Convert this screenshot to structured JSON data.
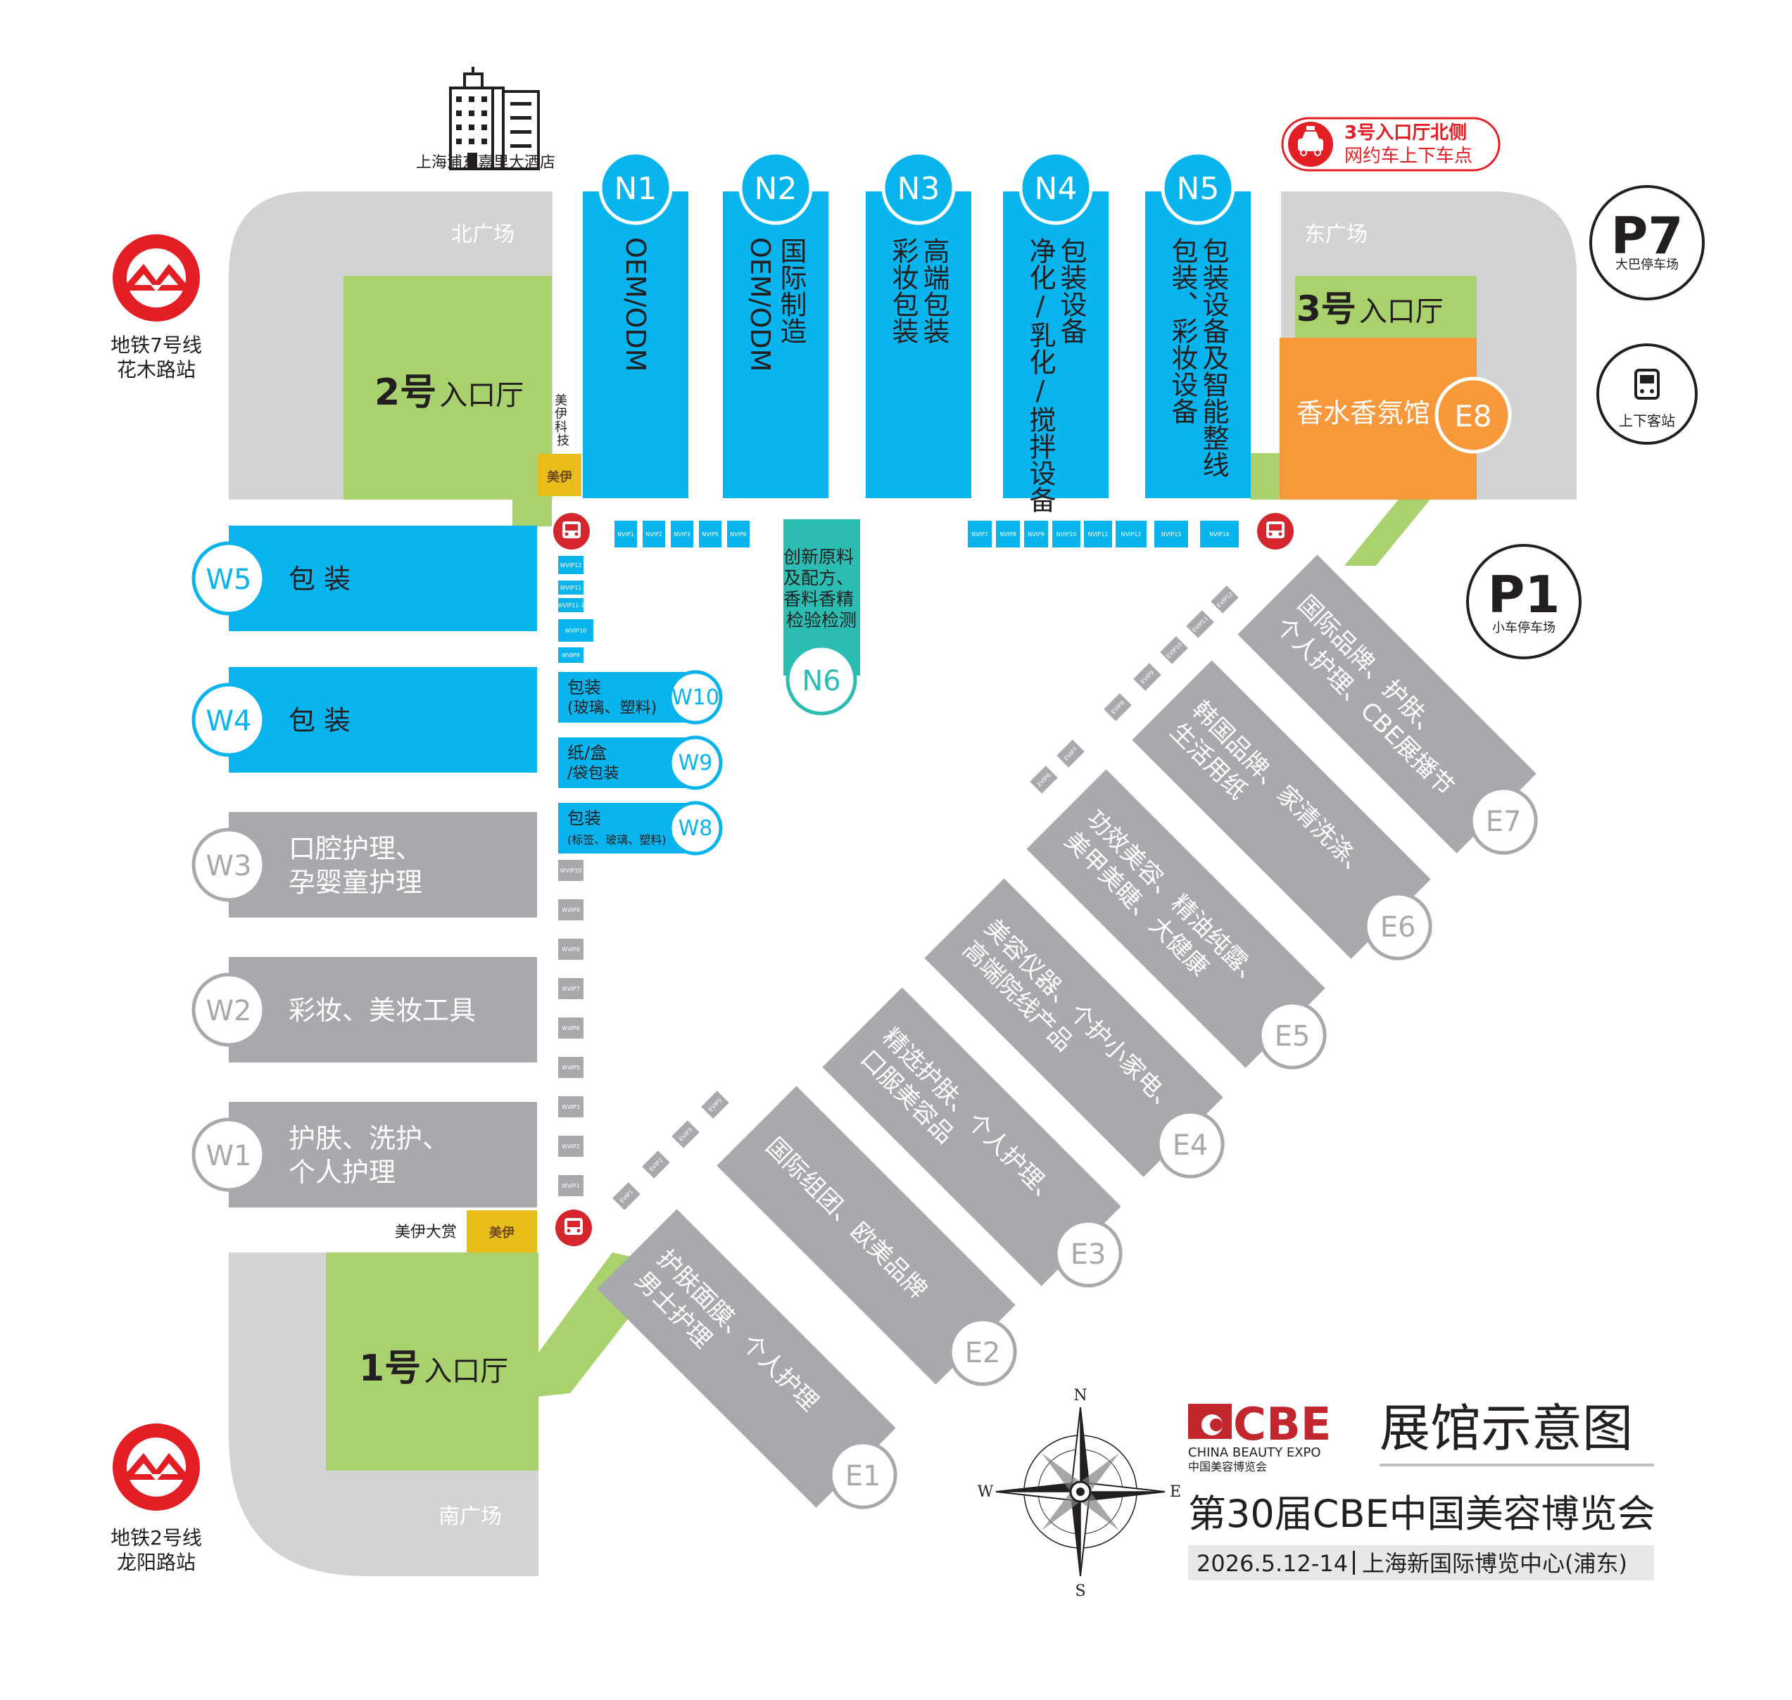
{
  "colors": {
    "hall_blue": "#08b4ee",
    "hall_gray": "#a7a9ac",
    "plaza_gray": "#d1d3d4",
    "entrance_green": "#a9d26f",
    "perfume_orange": "#f7993a",
    "n6_teal": "#2bbdb2",
    "brand_yellow": "#e9bd1a",
    "metro_red": "#e31e24",
    "bus_red": "#d6262d",
    "text_dark": "#231f20"
  },
  "landmarks": {
    "hotel": "上海浦东嘉里大酒店",
    "metro_north_line": "地铁7号线",
    "metro_north_station": "花木路站",
    "metro_south_line": "地铁2号线",
    "metro_south_station": "龙阳路站",
    "taxi_line1": "3号入口厅北侧",
    "taxi_line2": "网约车上下车点",
    "p7_label": "P7",
    "p7_caption": "大巴停车场",
    "p1_label": "P1",
    "p1_caption": "小车停车场",
    "shuttle_caption": "上下客站"
  },
  "plazas": {
    "north": "北广场",
    "east": "东广场",
    "south": "南广场"
  },
  "entrances": {
    "e1_num": "1号",
    "e1_rest": "入口厅",
    "e2_num": "2号",
    "e2_rest": "入口厅",
    "e3_num": "3号",
    "e3_rest": "入口厅"
  },
  "brand": {
    "meiyi_top_l1": "美",
    "meiyi_top_l2": "伊",
    "meiyi_top_l3": "科",
    "meiyi_top_l4": "技",
    "meiyi_bottom": "美伊大赏",
    "meiyi_logo_word": "美伊"
  },
  "halls_north": [
    {
      "id": "N1",
      "cols": [
        "OEM/ODM"
      ]
    },
    {
      "id": "N2",
      "cols": [
        "国际制造",
        "OEM/ODM"
      ]
    },
    {
      "id": "N3",
      "cols": [
        "高端包装",
        "彩妆包装"
      ]
    },
    {
      "id": "N4",
      "cols": [
        "包装设备",
        "净化/乳化/搅拌设备"
      ]
    },
    {
      "id": "N5",
      "cols": [
        "包装设备及智能整线",
        "包装、彩妆设备"
      ]
    }
  ],
  "hall_n6": {
    "id": "N6",
    "lines": [
      "创新原料",
      "及配方、",
      "香料香精",
      "检验检测"
    ]
  },
  "hall_e8": {
    "id": "E8",
    "name": "香水香氛馆"
  },
  "halls_west": [
    {
      "id": "W5",
      "lines": [
        "包 装"
      ]
    },
    {
      "id": "W4",
      "lines": [
        "包 装"
      ]
    },
    {
      "id": "W3",
      "lines": [
        "口腔护理、",
        "孕婴童护理"
      ]
    },
    {
      "id": "W2",
      "lines": [
        "彩妆、美妆工具"
      ]
    },
    {
      "id": "W1",
      "lines": [
        "护肤、洗护、",
        "个人护理"
      ]
    }
  ],
  "halls_small": [
    {
      "id": "W10",
      "l1": "包装",
      "l2": "(玻璃、塑料)"
    },
    {
      "id": "W9",
      "l1": "纸/盒",
      "l2": "/袋包装"
    },
    {
      "id": "W8",
      "l1": "包装",
      "l2": "(标签、玻璃、塑料)"
    }
  ],
  "halls_east": [
    {
      "id": "E1",
      "lines": [
        "护肤面膜、个人护理",
        "男士护理"
      ]
    },
    {
      "id": "E2",
      "lines": [
        "国际组团、欧美品牌"
      ]
    },
    {
      "id": "E3",
      "lines": [
        "精选护肤、个人护理、",
        "口服美容品"
      ]
    },
    {
      "id": "E4",
      "lines": [
        "美容仪器、个护小家电、",
        "高端院线产品"
      ]
    },
    {
      "id": "E5",
      "lines": [
        "功效美容、精油纯露、",
        "美甲美睫、大健康"
      ]
    },
    {
      "id": "E6",
      "lines": [
        "韩国品牌、家清洗涤、",
        "生活用纸"
      ]
    },
    {
      "id": "E7",
      "lines": [
        "国际品牌、护肤、",
        "个人护理、CBE展播节"
      ]
    }
  ],
  "vip_north_left": [
    "NVIP1",
    "NVIP2",
    "NVIP3",
    "NVIP5",
    "NVIP6"
  ],
  "vip_north_right": [
    "NVIP7",
    "NVIP8",
    "NVIP9",
    "NVIP10",
    "NVIP11",
    "NVIP12",
    "NVIP15",
    "NVIP16"
  ],
  "vip_west_top": [
    "WVIP12",
    "WVIP11",
    "WVIP11-1",
    "WVIP10",
    "WVIP9"
  ],
  "vip_west_bottom": [
    "WVIP10",
    "WVIP9",
    "WVIP8",
    "WVIP7",
    "WVIP6",
    "WVIP5",
    "WVIP3",
    "WVIP2",
    "WVIP1"
  ],
  "vip_east_low": [
    "EVIP1",
    "EVIP2",
    "EVIP3",
    "EVIP5"
  ],
  "vip_east_high": [
    "EVIP6",
    "EVIP7",
    "EVIP8",
    "EVIP9",
    "EVIP10",
    "EVIP11",
    "EVIP12"
  ],
  "compass": {
    "n": "N",
    "s": "S",
    "e": "E",
    "w": "W"
  },
  "footer": {
    "logo_text": "CBE",
    "logo_sub_en": "CHINA BEAUTY EXPO",
    "logo_sub_cn": "中国美容博览会",
    "map_title": "展馆示意图",
    "event_title": "第30届CBE中国美容博览会",
    "dates": "2026.5.12-14",
    "venue": "上海新国际博览中心(浦东)"
  }
}
